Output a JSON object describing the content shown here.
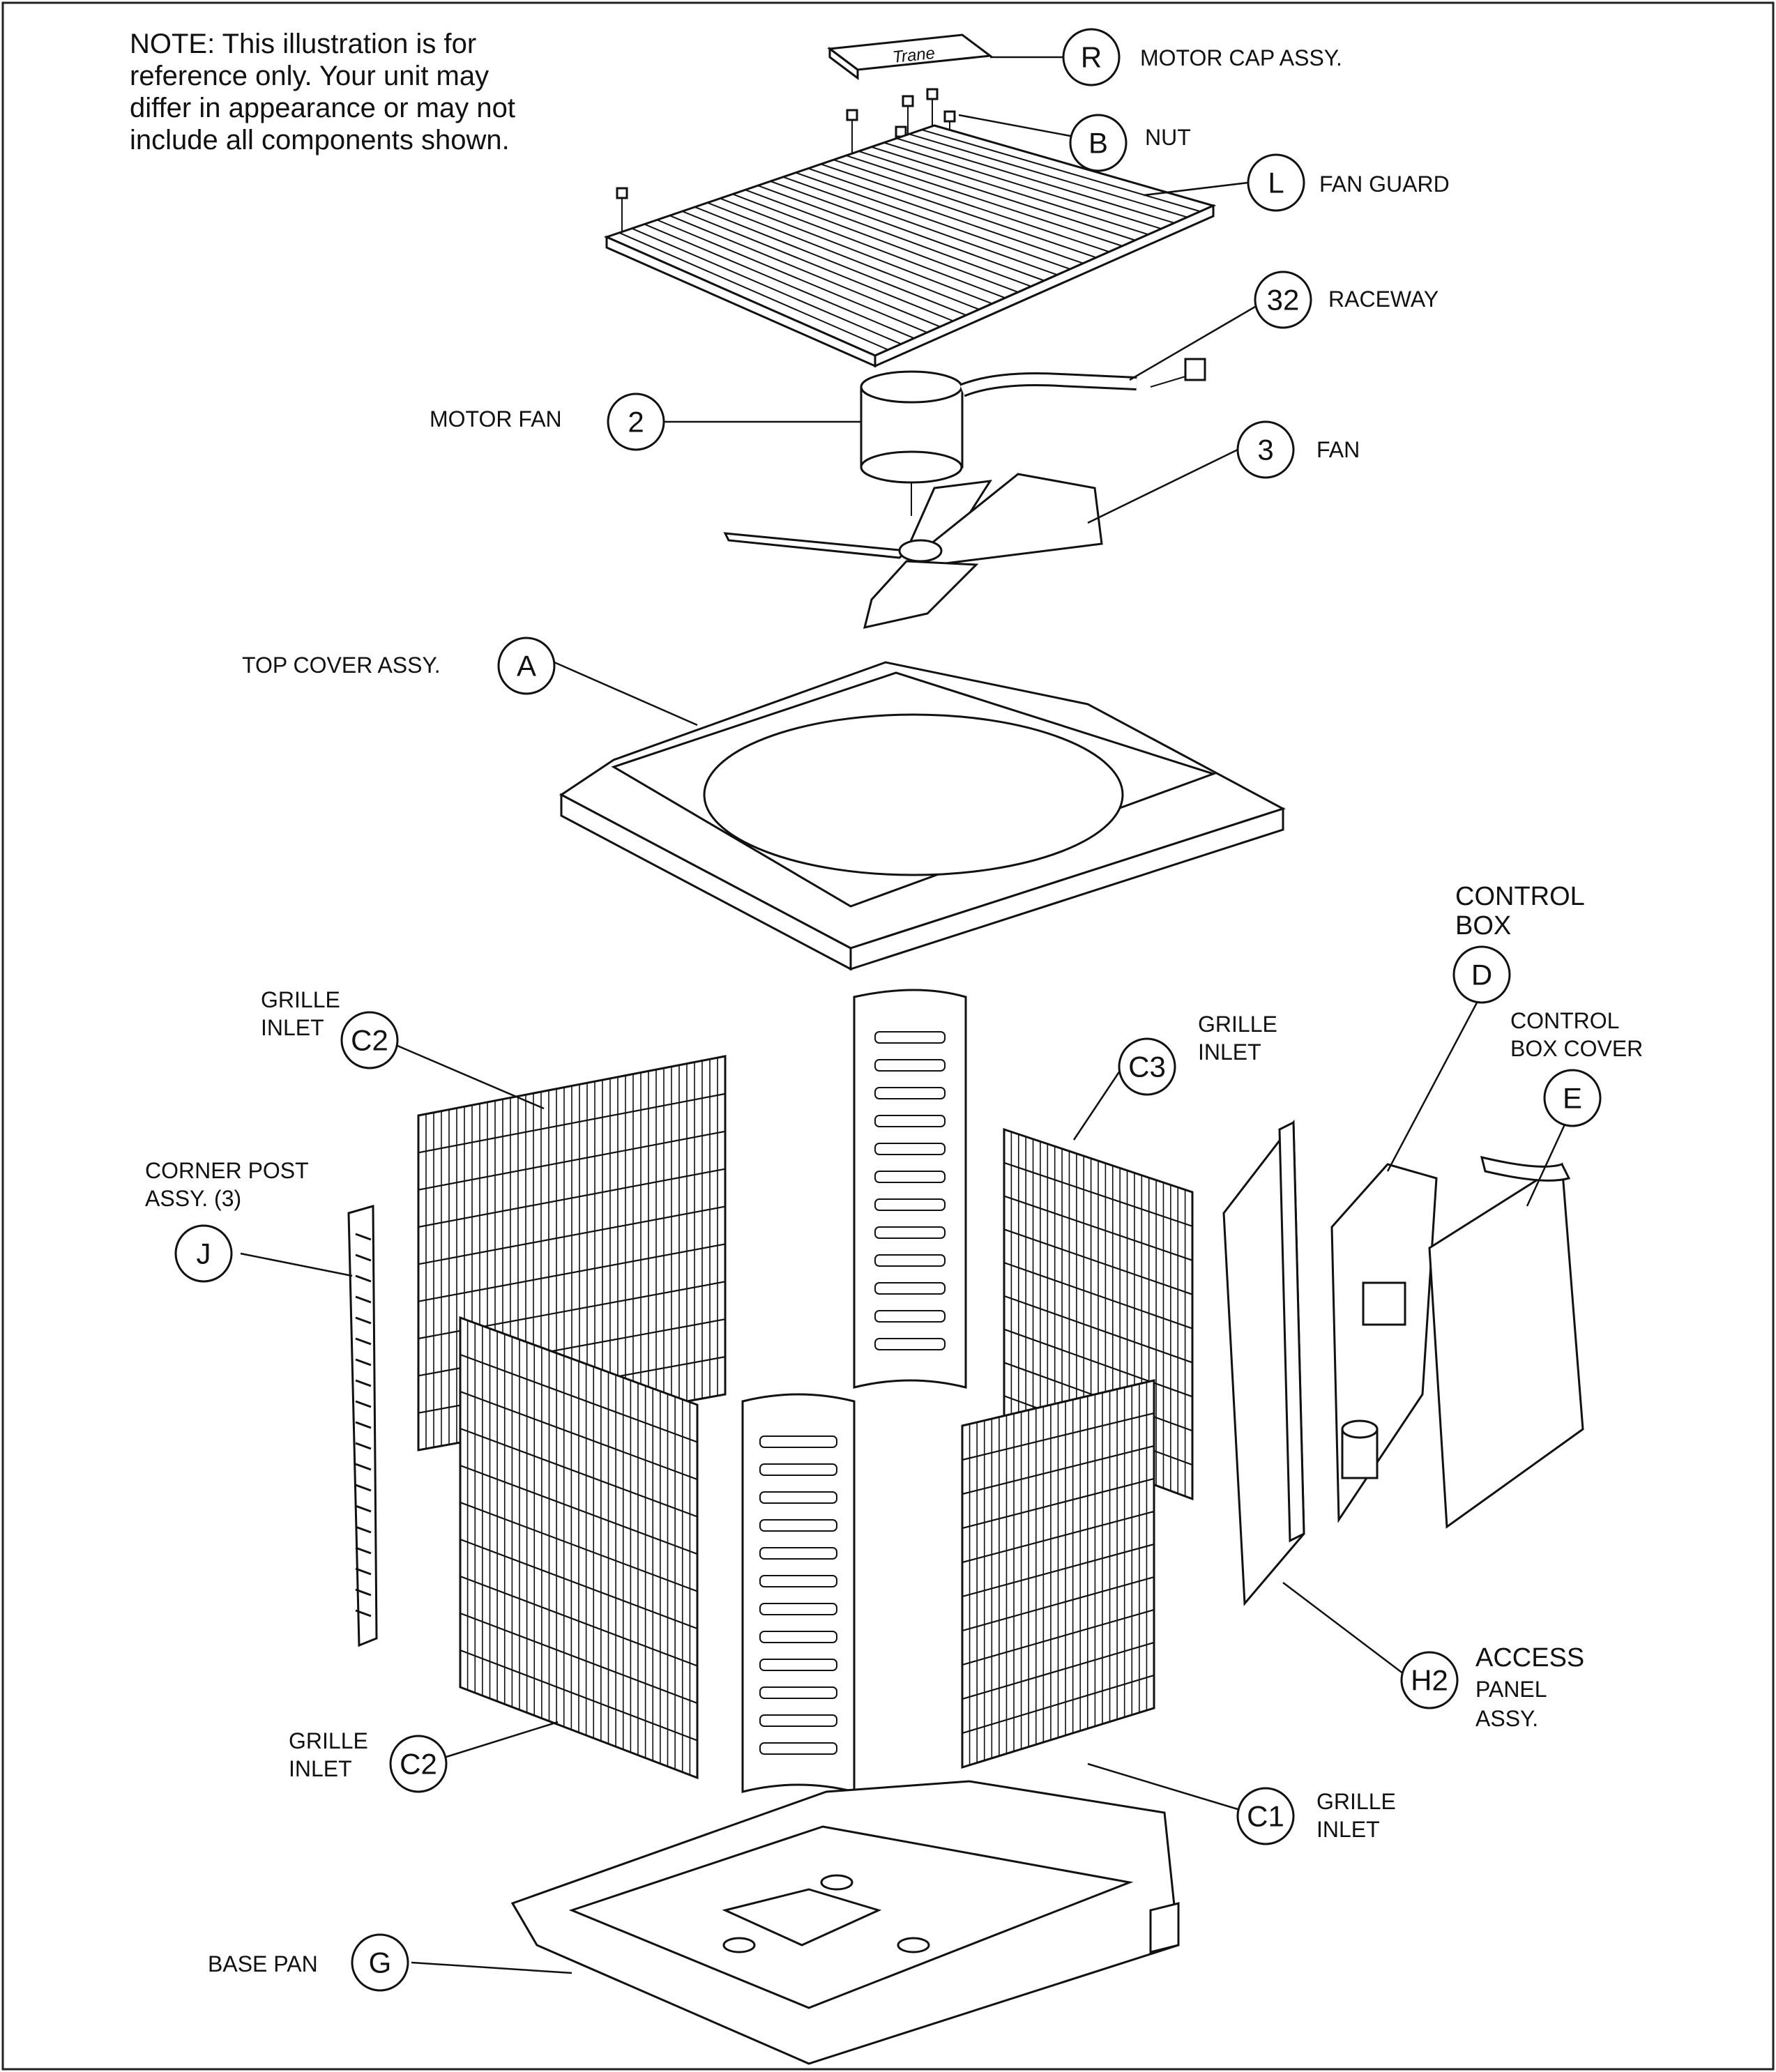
{
  "note": "NOTE: This illustration is for\nreference only. Your unit may\ndiffer in appearance or may not\ninclude all components shown.",
  "callouts": [
    {
      "id": "R",
      "label": "MOTOR CAP ASSY."
    },
    {
      "id": "B",
      "label": "NUT"
    },
    {
      "id": "L",
      "label": "FAN GUARD"
    },
    {
      "id": "32",
      "label": "RACEWAY"
    },
    {
      "id": "2",
      "label": "MOTOR FAN"
    },
    {
      "id": "3",
      "label": "FAN"
    },
    {
      "id": "A",
      "label": "TOP COVER ASSY."
    },
    {
      "id": "D",
      "label": "CONTROL\nBOX"
    },
    {
      "id": "E",
      "label": "CONTROL\nBOX COVER"
    },
    {
      "id": "C2",
      "label": "GRILLE\nINLET"
    },
    {
      "id": "C3",
      "label": "GRILLE\nINLET"
    },
    {
      "id": "J",
      "label": "CORNER POST\nASSY. (3)"
    },
    {
      "id": "H2",
      "label": "ACCESS\nPANEL\nASSY."
    },
    {
      "id": "C2",
      "label": "GRILLE\nINLET"
    },
    {
      "id": "C1",
      "label": "GRILLE\nINLET"
    },
    {
      "id": "G",
      "label": "BASE PAN"
    }
  ],
  "drawing": {
    "motor_cap_text": "Trane"
  }
}
